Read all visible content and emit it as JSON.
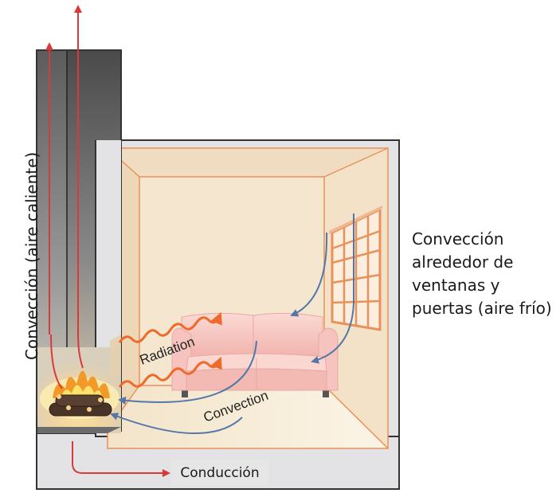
{
  "labels": {
    "window_convection": [
      "Convección",
      "alrededor de",
      "ventanas y",
      "puertas (aire frío)"
    ],
    "chimney_convection": "Convección (aire caliente)",
    "conduction": "Conducción",
    "radiation": "Radiation",
    "convection": "Convection"
  },
  "colors": {
    "hot_arrow": "#d83a3a",
    "cold_arrow": "#5577a8",
    "radiation_wave": "#ee6a2c",
    "wall_tan": "#f2dfc6",
    "room_outline": "#e8925a",
    "sofa": "#f7c8c4",
    "chimney": "#6a6a6a",
    "floor_block": "#e3e3e6"
  }
}
